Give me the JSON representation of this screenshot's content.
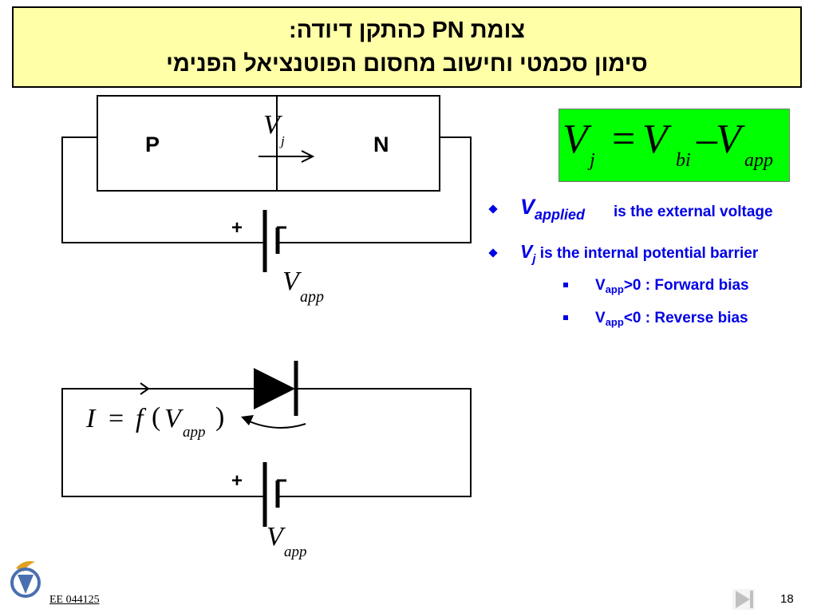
{
  "slide": {
    "title_line1": "צומת PN כהתקן דיודה:",
    "title_line2": "סימון סכמטי וחישוב מחסום הפוטנציאל הפנימי",
    "page_number": "18",
    "course_code": "EE 044125"
  },
  "pn_diagram": {
    "p_label": "P",
    "n_label": "N",
    "vj_main": "V",
    "vj_sub": "j",
    "plus_sign": "+",
    "vapp_main": "V",
    "vapp_sub": "app"
  },
  "formula": {
    "v1": "V",
    "s1": "j",
    "eq": "=",
    "v2": "V",
    "s2": "bi",
    "minus": "–",
    "v3": "V",
    "s3": "app"
  },
  "bullets": {
    "b1_main": "V",
    "b1_sub": "applied",
    "b1_text": "is the external voltage",
    "b2_main": "V",
    "b2_sub": "j",
    "b2_text": " is the internal potential barrier",
    "s1_main": "V",
    "s1_sub": "app",
    "s1_text": ">0 : Forward bias",
    "s2_main": "V",
    "s2_sub": "app",
    "s2_text": "<0 : Reverse bias"
  },
  "diode_diagram": {
    "eq_i": "I",
    "eq_equals": "=",
    "eq_f": "f",
    "eq_open": "(",
    "eq_v": "V",
    "eq_sub": "app",
    "eq_close": ")",
    "plus_sign": "+",
    "vapp_main": "V",
    "vapp_sub": "app"
  },
  "colors": {
    "title_bg": "#ffffa8",
    "formula_bg": "#00ff00",
    "bullet_text": "#0000e6",
    "logo": "#4a6fb0"
  },
  "icons": {
    "logo": "technion-logo-icon",
    "nav": "next-slide-icon"
  }
}
